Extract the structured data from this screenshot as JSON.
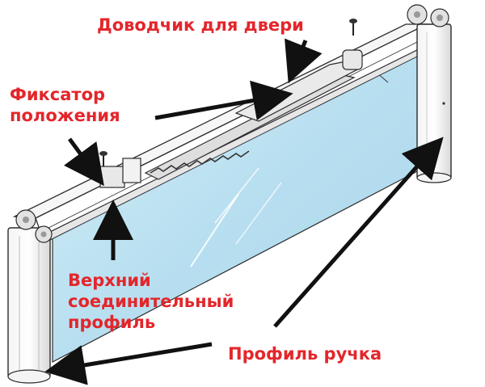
{
  "labels": {
    "door_closer": "Доводчик для двери",
    "position_fixator": [
      "Фиксатор",
      "положения"
    ],
    "top_connecting_profile": [
      "Верхний",
      "соединительный",
      "профиль"
    ],
    "handle_profile": "Профиль ручка"
  },
  "colors": {
    "label_text": "#e3262b",
    "glass_fill": "#bfe3f1",
    "outline": "#2b2b2b",
    "arrow": "#111111"
  },
  "icons": [
    "screw-icon",
    "arrow-icon"
  ]
}
